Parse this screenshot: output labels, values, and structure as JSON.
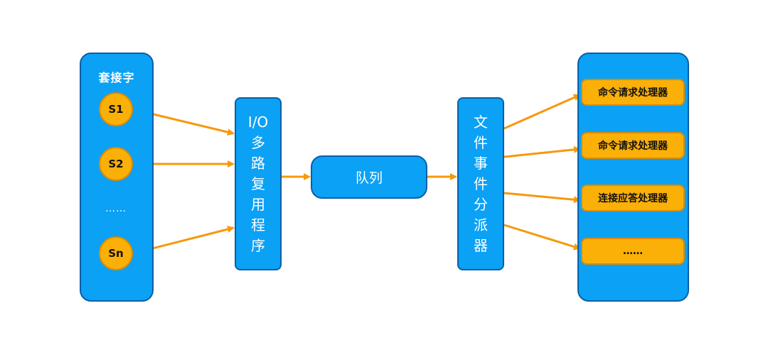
{
  "sockets": {
    "title": "套接字",
    "items": [
      "S1",
      "S2",
      "Sn"
    ],
    "ellipsis": "……"
  },
  "io": {
    "chars": [
      "I/O",
      "多",
      "路",
      "复",
      "用",
      "程",
      "序"
    ]
  },
  "queue": {
    "label": "队列"
  },
  "dispatcher": {
    "chars": [
      "文",
      "件",
      "事",
      "件",
      "分",
      "派",
      "器"
    ]
  },
  "handlers": {
    "items": [
      "命令请求处理器",
      "命令请求处理器",
      "连接应答处理器",
      "……"
    ]
  },
  "colors": {
    "container_blue": "#0ba1f5",
    "node_orange": "#fab007",
    "arrow_orange": "#f7980b"
  }
}
